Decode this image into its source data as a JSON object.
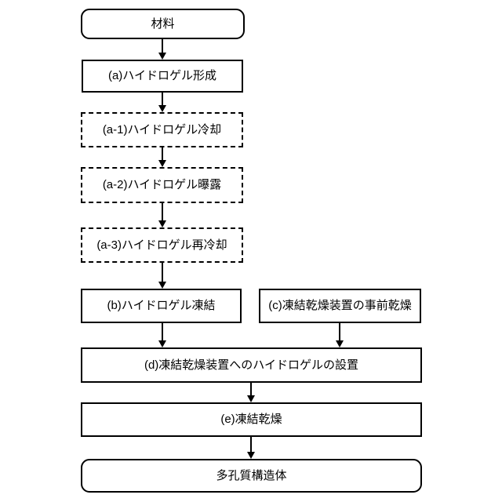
{
  "diagram": {
    "type": "flowchart",
    "orientation": "top-down",
    "colors": {
      "background": "#ffffff",
      "border": "#000000",
      "text": "#000000"
    },
    "nodes": {
      "material": {
        "label": "材料",
        "shape": "rounded-rect",
        "border": "solid"
      },
      "step_a": {
        "label": "(a)ハイドロゲル形成",
        "shape": "rect",
        "border": "solid"
      },
      "step_a1": {
        "label": "(a-1)ハイドロゲル冷却",
        "shape": "rect",
        "border": "dashed"
      },
      "step_a2": {
        "label": "(a-2)ハイドロゲル曝露",
        "shape": "rect",
        "border": "dashed"
      },
      "step_a3": {
        "label": "(a-3)ハイドロゲル再冷却",
        "shape": "rect",
        "border": "dashed"
      },
      "step_b": {
        "label": "(b)ハイドロゲル凍結",
        "shape": "rect",
        "border": "solid"
      },
      "step_c": {
        "label": "(c)凍結乾燥装置の事前乾燥",
        "shape": "rect",
        "border": "solid"
      },
      "step_d": {
        "label": "(d)凍結乾燥装置へのハイドロゲルの設置",
        "shape": "rect",
        "border": "solid"
      },
      "step_e": {
        "label": "(e)凍結乾燥",
        "shape": "rect",
        "border": "solid"
      },
      "product": {
        "label": "多孔質構造体",
        "shape": "rounded-rect",
        "border": "solid"
      }
    },
    "edges": [
      {
        "from": "material",
        "to": "step_a"
      },
      {
        "from": "step_a",
        "to": "step_a1"
      },
      {
        "from": "step_a1",
        "to": "step_a2"
      },
      {
        "from": "step_a2",
        "to": "step_a3"
      },
      {
        "from": "step_a3",
        "to": "step_b"
      },
      {
        "from": "step_b",
        "to": "step_d"
      },
      {
        "from": "step_c",
        "to": "step_d"
      },
      {
        "from": "step_d",
        "to": "step_e"
      },
      {
        "from": "step_e",
        "to": "product"
      }
    ]
  }
}
